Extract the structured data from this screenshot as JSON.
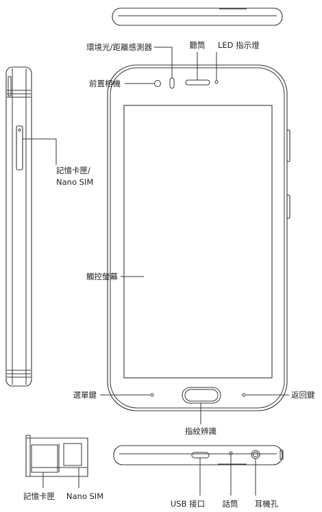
{
  "labels": {
    "ambient_proximity_sensor": "環境光/距離感測器",
    "earpiece": "聽筒",
    "led_indicator": "LED 指示燈",
    "front_camera": "前置相機",
    "card_tray_line1": "記憶卡匣/",
    "card_tray_line2": "Nano SIM",
    "touch_screen": "觸控螢幕",
    "menu_key": "選單鍵",
    "back_key": "返回鍵",
    "fingerprint_recognition": "指紋辨識",
    "tray_memory_card": "記憶卡匣",
    "tray_nano_sim": "Nano SIM",
    "usb_port": "USB 接口",
    "microphone": "話筒",
    "headphone_jack": "耳機孔"
  },
  "colors": {
    "line": "#333333",
    "background": "#ffffff"
  }
}
